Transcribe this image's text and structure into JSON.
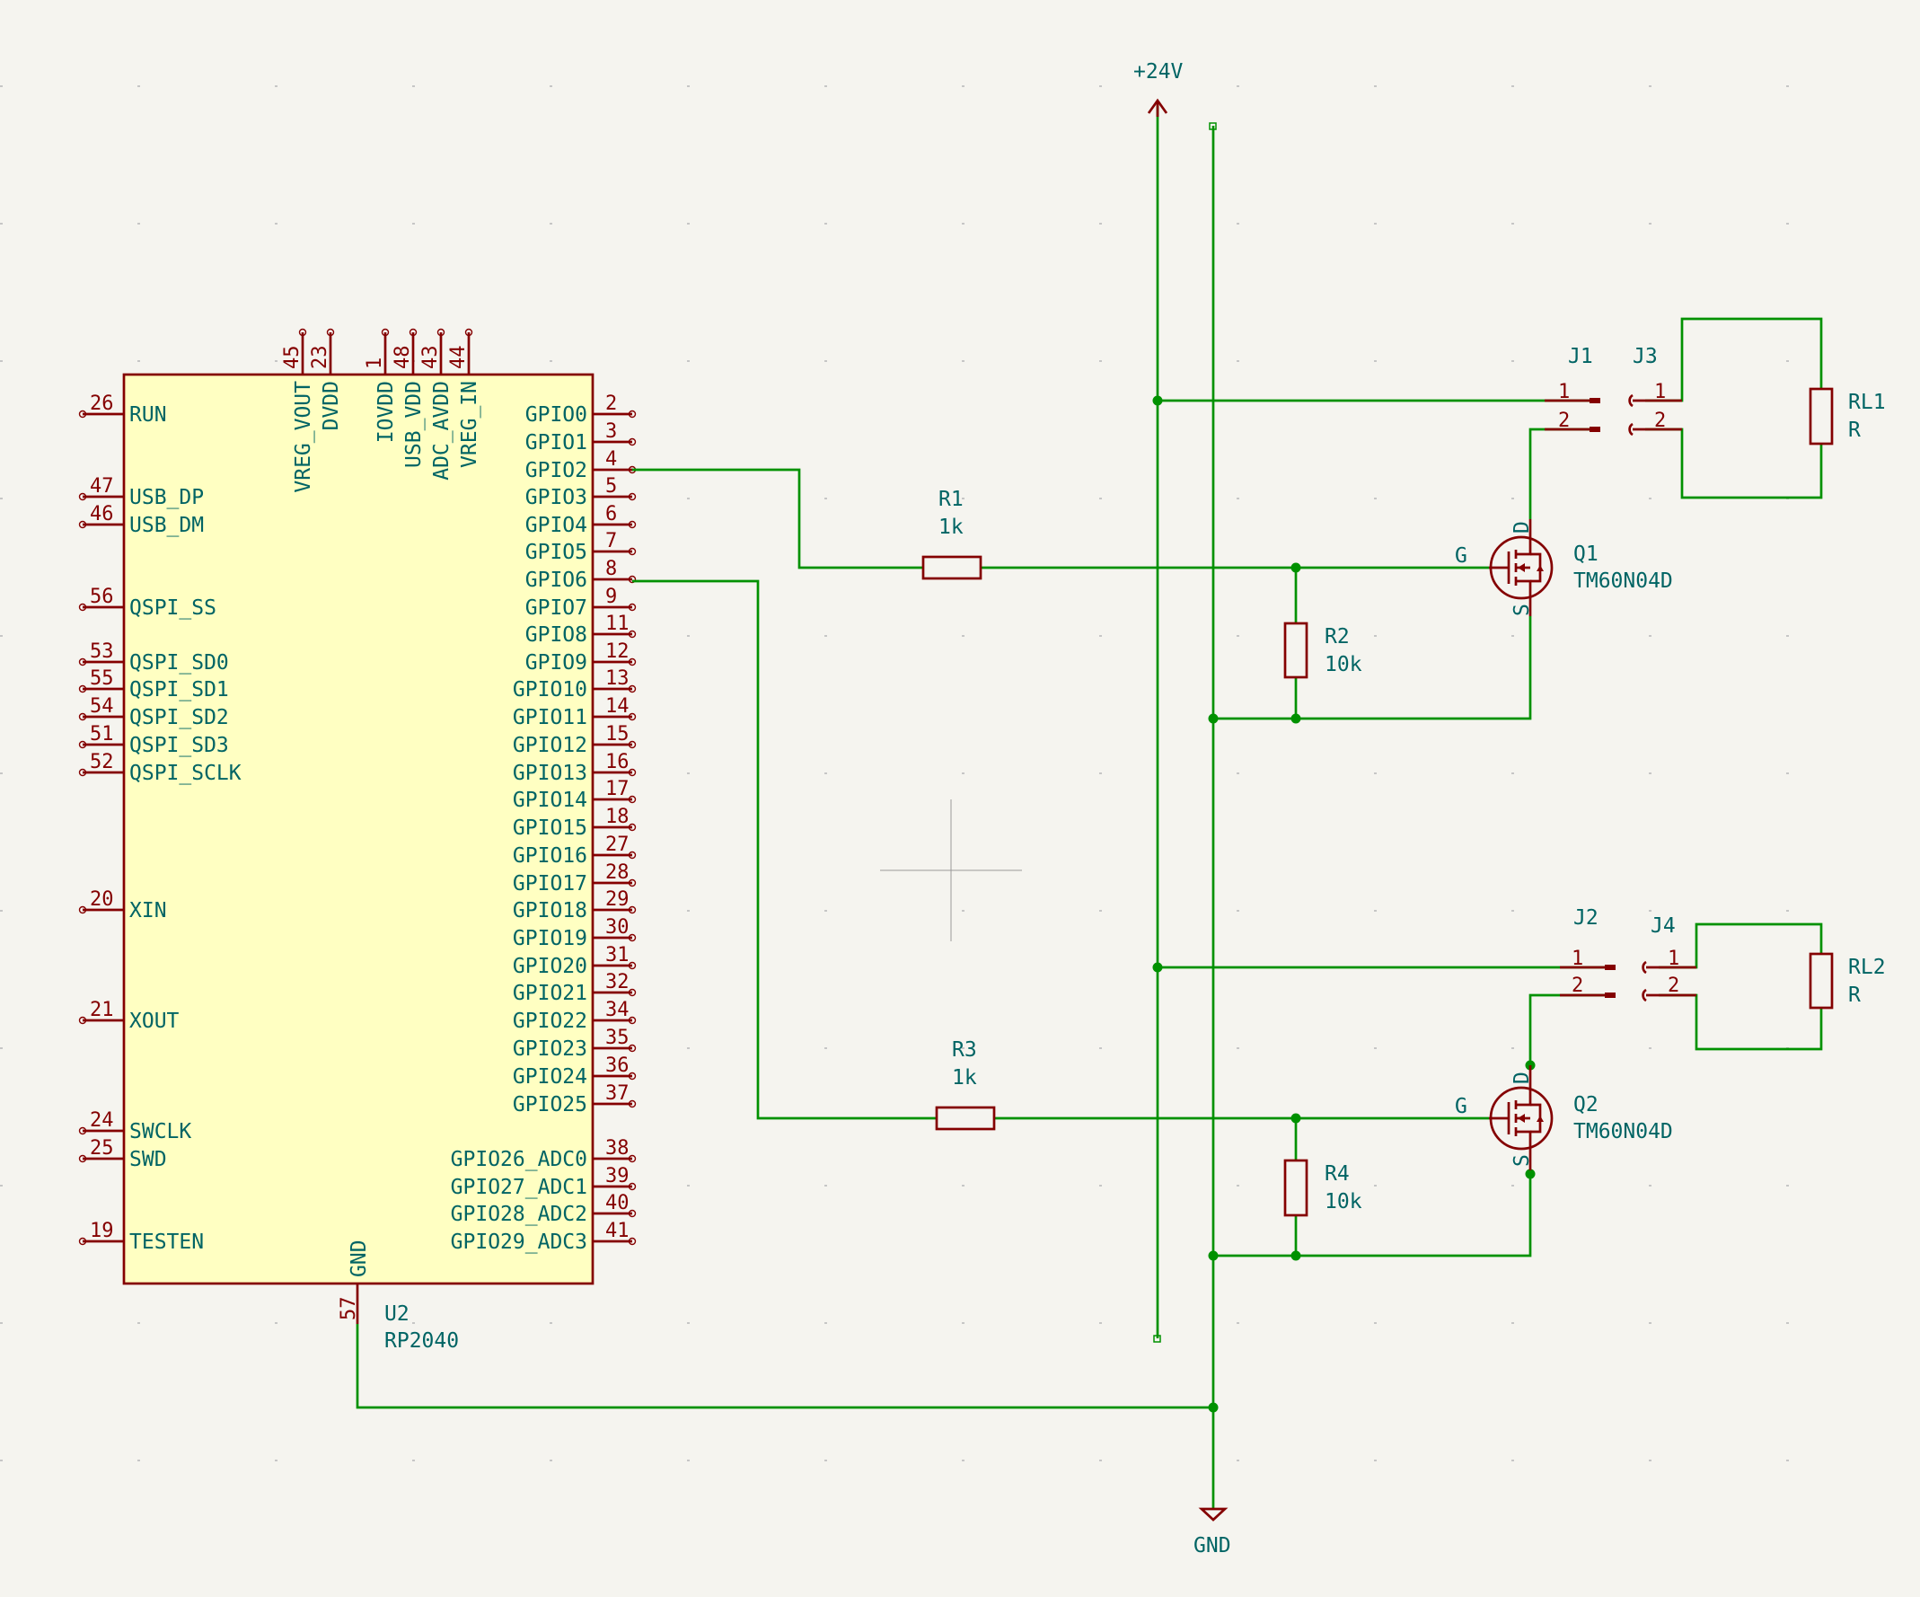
{
  "u2": {
    "ref": "U2",
    "value": "RP2040",
    "gnd_label": "GND",
    "gnd_pin": "57",
    "top_pins": [
      {
        "num": "45",
        "name": "VREG_VOUT"
      },
      {
        "num": "23",
        "name": "DVDD"
      },
      {
        "num": "1",
        "name": "IOVDD"
      },
      {
        "num": "48",
        "name": "USB_VDD"
      },
      {
        "num": "43",
        "name": "ADC_AVDD"
      },
      {
        "num": "44",
        "name": "VREG_IN"
      }
    ],
    "left_pins": [
      {
        "num": "26",
        "name": "RUN"
      },
      {
        "num": "47",
        "name": "USB_DP"
      },
      {
        "num": "46",
        "name": "USB_DM"
      },
      {
        "num": "56",
        "name": "QSPI_SS"
      },
      {
        "num": "53",
        "name": "QSPI_SD0"
      },
      {
        "num": "55",
        "name": "QSPI_SD1"
      },
      {
        "num": "54",
        "name": "QSPI_SD2"
      },
      {
        "num": "51",
        "name": "QSPI_SD3"
      },
      {
        "num": "52",
        "name": "QSPI_SCLK"
      },
      {
        "num": "20",
        "name": "XIN"
      },
      {
        "num": "21",
        "name": "XOUT"
      },
      {
        "num": "24",
        "name": "SWCLK"
      },
      {
        "num": "25",
        "name": "SWD"
      },
      {
        "num": "19",
        "name": "TESTEN"
      }
    ],
    "right_pins": [
      {
        "num": "2",
        "name": "GPIO0"
      },
      {
        "num": "3",
        "name": "GPIO1"
      },
      {
        "num": "4",
        "name": "GPIO2"
      },
      {
        "num": "5",
        "name": "GPIO3"
      },
      {
        "num": "6",
        "name": "GPIO4"
      },
      {
        "num": "7",
        "name": "GPIO5"
      },
      {
        "num": "8",
        "name": "GPIO6"
      },
      {
        "num": "9",
        "name": "GPIO7"
      },
      {
        "num": "11",
        "name": "GPIO8"
      },
      {
        "num": "12",
        "name": "GPIO9"
      },
      {
        "num": "13",
        "name": "GPIO10"
      },
      {
        "num": "14",
        "name": "GPIO11"
      },
      {
        "num": "15",
        "name": "GPIO12"
      },
      {
        "num": "16",
        "name": "GPIO13"
      },
      {
        "num": "17",
        "name": "GPIO14"
      },
      {
        "num": "18",
        "name": "GPIO15"
      },
      {
        "num": "27",
        "name": "GPIO16"
      },
      {
        "num": "28",
        "name": "GPIO17"
      },
      {
        "num": "29",
        "name": "GPIO18"
      },
      {
        "num": "30",
        "name": "GPIO19"
      },
      {
        "num": "31",
        "name": "GPIO20"
      },
      {
        "num": "32",
        "name": "GPIO21"
      },
      {
        "num": "34",
        "name": "GPIO22"
      },
      {
        "num": "35",
        "name": "GPIO23"
      },
      {
        "num": "36",
        "name": "GPIO24"
      },
      {
        "num": "37",
        "name": "GPIO25"
      },
      {
        "num": "38",
        "name": "GPIO26_ADC0"
      },
      {
        "num": "39",
        "name": "GPIO27_ADC1"
      },
      {
        "num": "40",
        "name": "GPIO28_ADC2"
      },
      {
        "num": "41",
        "name": "GPIO29_ADC3"
      }
    ]
  },
  "resistors": {
    "r1": {
      "ref": "R1",
      "value": "1k"
    },
    "r2": {
      "ref": "R2",
      "value": "10k"
    },
    "r3": {
      "ref": "R3",
      "value": "1k"
    },
    "r4": {
      "ref": "R4",
      "value": "10k"
    }
  },
  "mosfets": {
    "q1": {
      "ref": "Q1",
      "value": "TM60N04D"
    },
    "q2": {
      "ref": "Q2",
      "value": "TM60N04D"
    },
    "pin_g": "G",
    "pin_d": "D",
    "pin_s": "S"
  },
  "connectors": {
    "j1": "J1",
    "j2": "J2",
    "j3": "J3",
    "j4": "J4",
    "pin1": "1",
    "pin2": "2"
  },
  "loads": {
    "rl1": {
      "ref": "RL1",
      "value": "R"
    },
    "rl2": {
      "ref": "RL2",
      "value": "R"
    }
  },
  "power": {
    "vcc": "+24V",
    "gnd": "GND"
  },
  "colors": {
    "wire": "#009100",
    "component": "#840000",
    "text": "#006464",
    "ic_fill": "#ffffc2",
    "background": "#f5f4ef"
  }
}
